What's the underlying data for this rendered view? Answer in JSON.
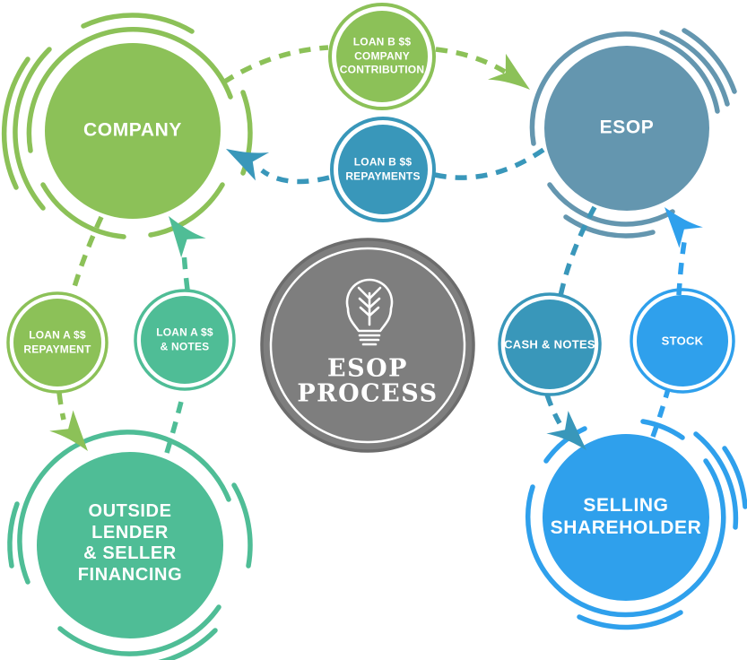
{
  "diagram": {
    "title": "ESOP PROCESS",
    "center_node": {
      "label": "ESOP\nPROCESS",
      "icon": "lightbulb-sprout-icon",
      "color": "#7E7E7E"
    },
    "nodes": {
      "company": {
        "label": "COMPANY",
        "color": "#8CC158"
      },
      "esop": {
        "label": "ESOP",
        "color": "#6496AF"
      },
      "outside_lender": {
        "label": "OUTSIDE\nLENDER\n& SELLER\nFINANCING",
        "color": "#4FBD96"
      },
      "selling_shareholder": {
        "label": "SELLING\nSHAREHOLDER",
        "color": "#2FA0EC"
      },
      "loan_b_contribution": {
        "label": "LOAN B $$\nCOMPANY\nCONTRIBUTION",
        "color": "#8CC158"
      },
      "loan_b_repayments": {
        "label": "LOAN B $$\nREPAYMENTS",
        "color": "#3997BA"
      },
      "loan_a_repayment": {
        "label": "LOAN A $$\nREPAYMENT",
        "color": "#8CC158"
      },
      "loan_a_notes": {
        "label": "LOAN A $$\n& NOTES",
        "color": "#4FBD96"
      },
      "cash_and_notes": {
        "label": "CASH & NOTES",
        "color": "#3997BA"
      },
      "stock": {
        "label": "STOCK",
        "color": "#2FA0EC"
      }
    },
    "flows": [
      {
        "from": "company",
        "via": "loan_b_contribution",
        "to": "esop",
        "color": "#8CC158",
        "style": "dashed-arrow"
      },
      {
        "from": "esop",
        "via": "loan_b_repayments",
        "to": "company",
        "color": "#3997BA",
        "style": "dashed-arrow"
      },
      {
        "from": "company",
        "via": "loan_a_repayment",
        "to": "outside_lender",
        "color": "#8CC158",
        "style": "dashed-arrow"
      },
      {
        "from": "outside_lender",
        "via": "loan_a_notes",
        "to": "company",
        "color": "#4FBD96",
        "style": "dashed-arrow"
      },
      {
        "from": "esop",
        "via": "cash_and_notes",
        "to": "selling_shareholder",
        "color": "#3997BA",
        "style": "dashed-arrow"
      },
      {
        "from": "selling_shareholder",
        "via": "stock",
        "to": "esop",
        "color": "#2FA0EC",
        "style": "dashed-arrow"
      }
    ]
  }
}
